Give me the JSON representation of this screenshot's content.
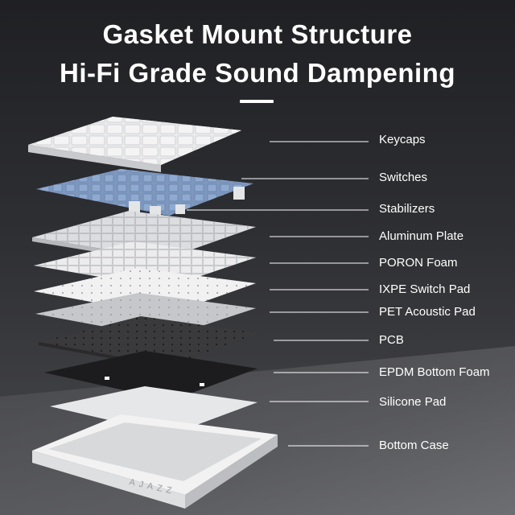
{
  "title_line1": "Gasket Mount Structure",
  "title_line2": "Hi-Fi Grade Sound Dampening",
  "case_brand": "AJAZZ",
  "layers": [
    {
      "label": "Keycaps"
    },
    {
      "label": "Switches"
    },
    {
      "label": "Stabilizers"
    },
    {
      "label": "Aluminum Plate"
    },
    {
      "label": "PORON Foam"
    },
    {
      "label": "IXPE Switch Pad"
    },
    {
      "label": "PET Acoustic Pad"
    },
    {
      "label": "PCB"
    },
    {
      "label": "EPDM Bottom Foam"
    },
    {
      "label": "Silicone Pad"
    },
    {
      "label": "Bottom Case"
    }
  ],
  "colors": {
    "background": "#2b2c30",
    "text": "#ffffff",
    "switch_blue": "#8fa9cf",
    "pcb": "#3a3a3c",
    "epdm": "#1c1c1e"
  }
}
